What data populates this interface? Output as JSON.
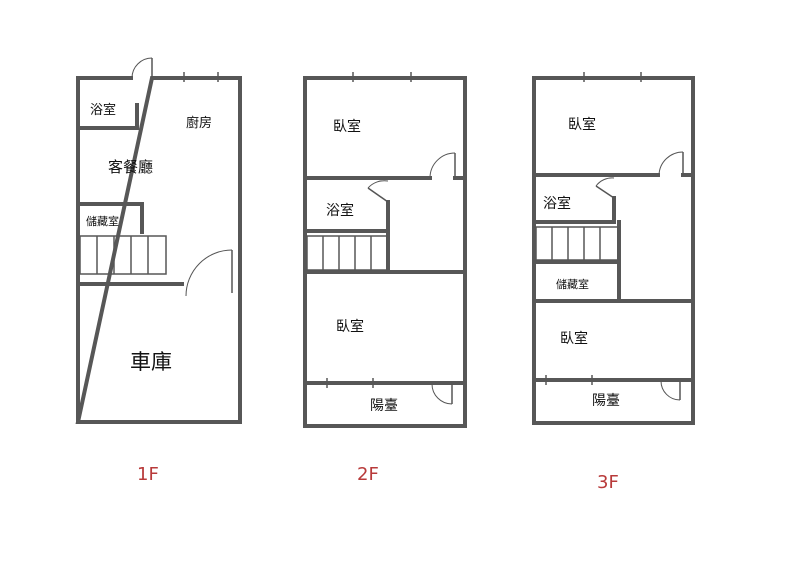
{
  "floors": [
    {
      "label": "1F",
      "rooms": {
        "bath": "浴室",
        "kitchen": "廚房",
        "living_dining": "客餐廳",
        "storage": "儲藏室",
        "garage": "車庫"
      }
    },
    {
      "label": "2F",
      "rooms": {
        "bedroom_front": "臥室",
        "bath": "浴室",
        "bedroom_rear": "臥室",
        "balcony": "陽臺"
      }
    },
    {
      "label": "3F",
      "rooms": {
        "bedroom_front": "臥室",
        "bath": "浴室",
        "storage": "儲藏室",
        "bedroom_rear": "臥室",
        "balcony": "陽臺"
      }
    }
  ]
}
